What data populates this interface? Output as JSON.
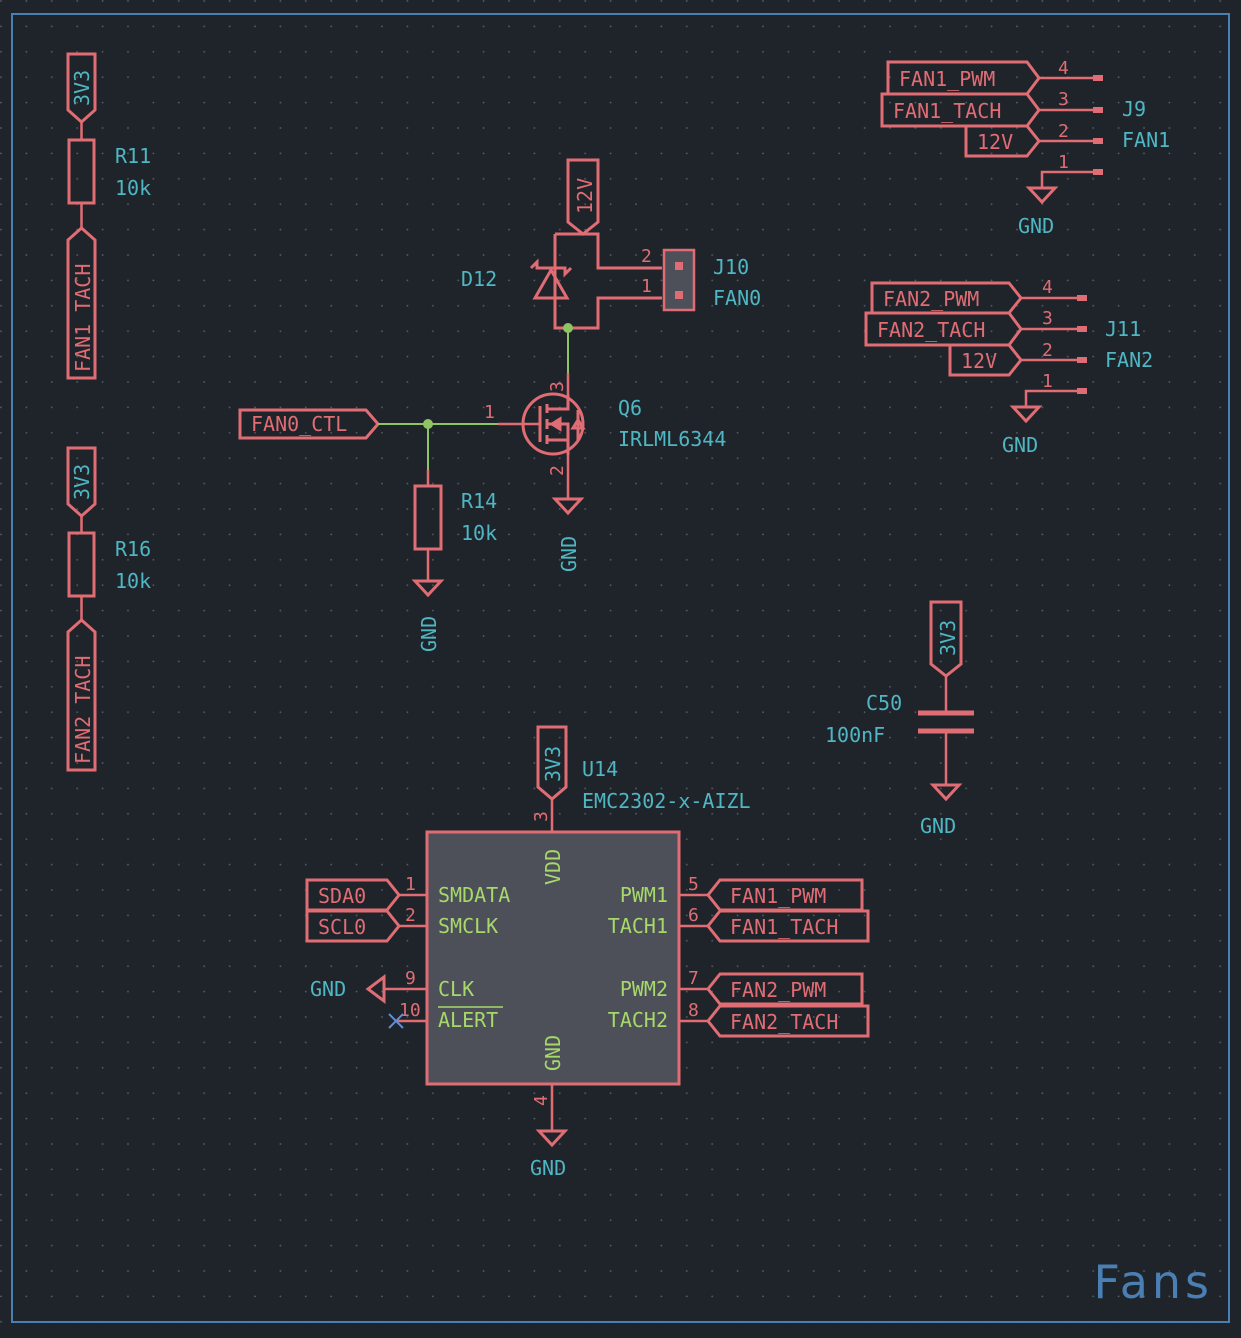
{
  "sheet": {
    "title": "Fans"
  },
  "colors": {
    "background": "#1f232a",
    "border": "#4a7fb4",
    "symbol": "#e06d74",
    "text": "#4fb7c3",
    "wire": "#8fc465",
    "body_fill": "#4d5059"
  },
  "power": {
    "v33": "3V3",
    "v12": "12V",
    "gnd": "GND"
  },
  "nets": {
    "fan1_tach": "FAN1_TACH",
    "fan2_tach": "FAN2_TACH",
    "fan1_pwm": "FAN1_PWM",
    "fan2_pwm": "FAN2_PWM",
    "fan0_ctl": "FAN0_CTL",
    "sda0": "SDA0",
    "scl0": "SCL0",
    "v12": "12V"
  },
  "components": {
    "r11": {
      "ref": "R11",
      "value": "10k"
    },
    "r16": {
      "ref": "R16",
      "value": "10k"
    },
    "r14": {
      "ref": "R14",
      "value": "10k"
    },
    "d12": {
      "ref": "D12"
    },
    "j10": {
      "ref": "J10",
      "value": "FAN0",
      "pins": [
        "2",
        "1"
      ]
    },
    "q6": {
      "ref": "Q6",
      "value": "IRLML6344",
      "pins": [
        "1",
        "2",
        "3"
      ]
    },
    "j9": {
      "ref": "J9",
      "value": "FAN1",
      "pins": [
        "4",
        "3",
        "2",
        "1"
      ]
    },
    "j11": {
      "ref": "J11",
      "value": "FAN2",
      "pins": [
        "4",
        "3",
        "2",
        "1"
      ]
    },
    "c50": {
      "ref": "C50",
      "value": "100nF"
    },
    "u14": {
      "ref": "U14",
      "value": "EMC2302-x-AIZL",
      "pins": {
        "vdd": {
          "name": "VDD",
          "num": "3"
        },
        "gnd": {
          "name": "GND",
          "num": "4"
        },
        "smdata": {
          "name": "SMDATA",
          "num": "1"
        },
        "smclk": {
          "name": "SMCLK",
          "num": "2"
        },
        "clk": {
          "name": "CLK",
          "num": "9"
        },
        "alert": {
          "name": "ALERT",
          "num": "10"
        },
        "pwm1": {
          "name": "PWM1",
          "num": "5"
        },
        "tach1": {
          "name": "TACH1",
          "num": "6"
        },
        "pwm2": {
          "name": "PWM2",
          "num": "7"
        },
        "tach2": {
          "name": "TACH2",
          "num": "8"
        }
      }
    }
  }
}
